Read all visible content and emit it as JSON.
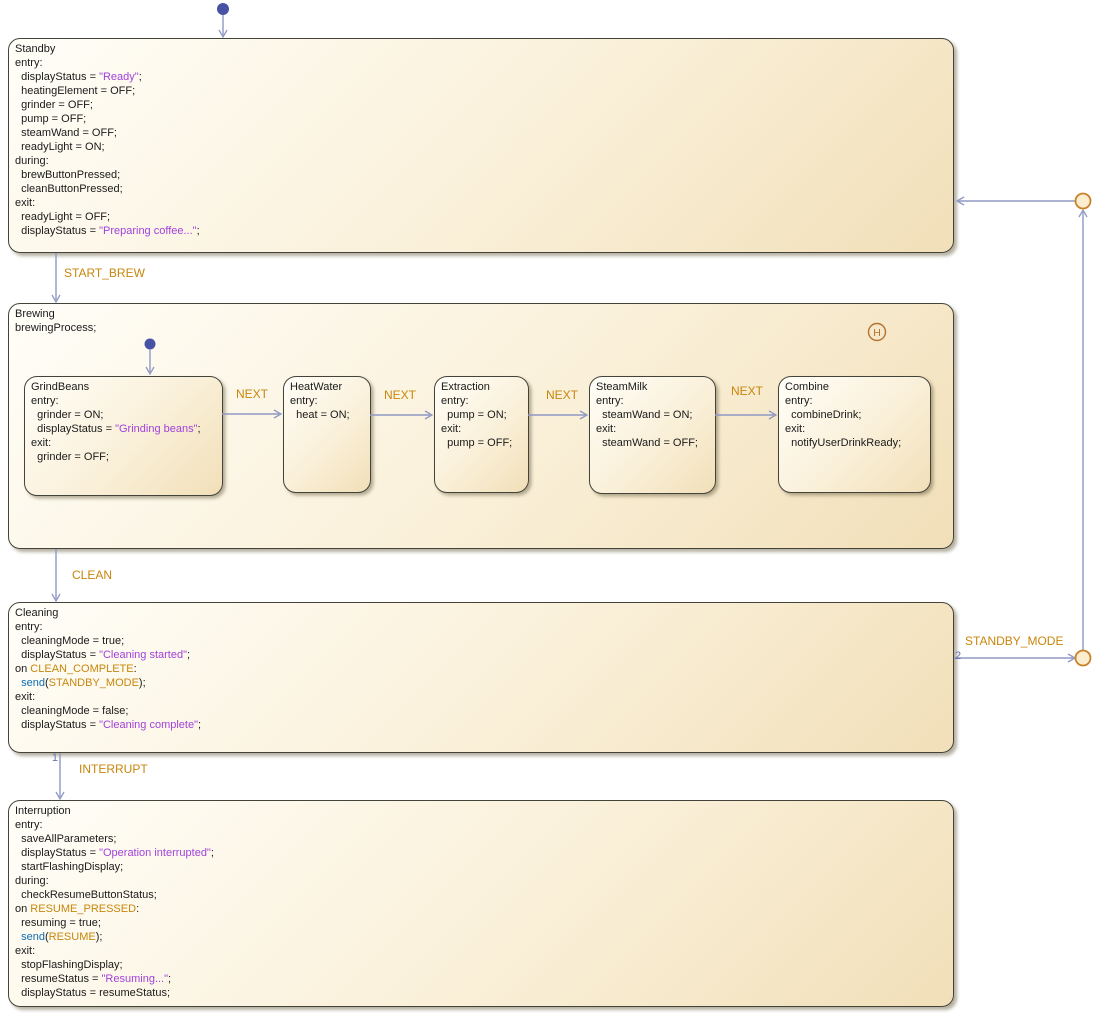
{
  "colors": {
    "state_border": "#43433a",
    "state_fill_top": "#fffef8",
    "state_fill_bottom": "#f1dfb8",
    "transition_line": "#8f98c4",
    "event_color": "#c8860b",
    "string_literal": "#a241db",
    "keyword_color": "#0e6cb6",
    "initial_dot": "#4752a5",
    "junction_fill": "#fcedcf",
    "junction_stroke": "#c8822b",
    "history_stroke": "#b5722a",
    "code_text": "#1a1a1a",
    "order_number": "#6674ad"
  },
  "states": {
    "standby": {
      "title": "Standby",
      "lines": [
        [
          {
            "t": "Standby"
          }
        ],
        [
          {
            "t": "entry:"
          }
        ],
        [
          {
            "t": "  displayStatus = "
          },
          {
            "t": "\"Ready\"",
            "s": "str"
          },
          {
            "t": ";"
          }
        ],
        [
          {
            "t": "  heatingElement = OFF;"
          }
        ],
        [
          {
            "t": "  grinder = OFF;"
          }
        ],
        [
          {
            "t": "  pump = OFF;"
          }
        ],
        [
          {
            "t": "  steamWand = OFF;"
          }
        ],
        [
          {
            "t": "  readyLight = ON;"
          }
        ],
        [
          {
            "t": "during:"
          }
        ],
        [
          {
            "t": "  brewButtonPressed;"
          }
        ],
        [
          {
            "t": "  cleanButtonPressed;"
          }
        ],
        [
          {
            "t": "exit:"
          }
        ],
        [
          {
            "t": "  readyLight = OFF;"
          }
        ],
        [
          {
            "t": "  displayStatus = "
          },
          {
            "t": "\"Preparing coffee...\"",
            "s": "str"
          },
          {
            "t": ";"
          }
        ]
      ]
    },
    "brewing": {
      "title": "Brewing",
      "history_label": "H",
      "lines": [
        [
          {
            "t": "Brewing"
          }
        ],
        [
          {
            "t": "brewingProcess;"
          }
        ]
      ],
      "substates": {
        "grind_beans": {
          "title": "GrindBeans",
          "lines": [
            [
              {
                "t": "GrindBeans"
              }
            ],
            [
              {
                "t": "entry:"
              }
            ],
            [
              {
                "t": "  grinder = ON;"
              }
            ],
            [
              {
                "t": "  displayStatus = "
              },
              {
                "t": "\"Grinding beans\"",
                "s": "str"
              },
              {
                "t": ";"
              }
            ],
            [
              {
                "t": "exit:"
              }
            ],
            [
              {
                "t": "  grinder = OFF;"
              }
            ]
          ]
        },
        "heat_water": {
          "title": "HeatWater",
          "lines": [
            [
              {
                "t": "HeatWater"
              }
            ],
            [
              {
                "t": "entry:"
              }
            ],
            [
              {
                "t": "  heat = ON;"
              }
            ]
          ]
        },
        "extraction": {
          "title": "Extraction",
          "lines": [
            [
              {
                "t": "Extraction"
              }
            ],
            [
              {
                "t": "entry:"
              }
            ],
            [
              {
                "t": "  pump = ON;"
              }
            ],
            [
              {
                "t": "exit:"
              }
            ],
            [
              {
                "t": "  pump = OFF;"
              }
            ]
          ]
        },
        "steam_milk": {
          "title": "SteamMilk",
          "lines": [
            [
              {
                "t": "SteamMilk"
              }
            ],
            [
              {
                "t": "entry:"
              }
            ],
            [
              {
                "t": "  steamWand = ON;"
              }
            ],
            [
              {
                "t": "exit:"
              }
            ],
            [
              {
                "t": "  steamWand = OFF;"
              }
            ]
          ]
        },
        "combine": {
          "title": "Combine",
          "lines": [
            [
              {
                "t": "Combine"
              }
            ],
            [
              {
                "t": "entry:"
              }
            ],
            [
              {
                "t": "  combineDrink;"
              }
            ],
            [
              {
                "t": "exit:"
              }
            ],
            [
              {
                "t": "  notifyUserDrinkReady;"
              }
            ]
          ]
        }
      }
    },
    "cleaning": {
      "title": "Cleaning",
      "lines": [
        [
          {
            "t": "Cleaning"
          }
        ],
        [
          {
            "t": "entry:"
          }
        ],
        [
          {
            "t": "  cleaningMode = true;"
          }
        ],
        [
          {
            "t": "  displayStatus = "
          },
          {
            "t": "\"Cleaning started\"",
            "s": "str"
          },
          {
            "t": ";"
          }
        ],
        [
          {
            "t": "on "
          },
          {
            "t": "CLEAN_COMPLETE",
            "s": "evt"
          },
          {
            "t": ":"
          }
        ],
        [
          {
            "t": "  "
          },
          {
            "t": "send",
            "s": "kw"
          },
          {
            "t": "("
          },
          {
            "t": "STANDBY_MODE",
            "s": "evt"
          },
          {
            "t": ");"
          }
        ],
        [
          {
            "t": "exit:"
          }
        ],
        [
          {
            "t": "  cleaningMode = false;"
          }
        ],
        [
          {
            "t": "  displayStatus = "
          },
          {
            "t": "\"Cleaning complete\"",
            "s": "str"
          },
          {
            "t": ";"
          }
        ]
      ]
    },
    "interruption": {
      "title": "Interruption",
      "lines": [
        [
          {
            "t": "Interruption"
          }
        ],
        [
          {
            "t": "entry:"
          }
        ],
        [
          {
            "t": "  saveAllParameters;"
          }
        ],
        [
          {
            "t": "  displayStatus = "
          },
          {
            "t": "\"Operation interrupted\"",
            "s": "str"
          },
          {
            "t": ";"
          }
        ],
        [
          {
            "t": "  startFlashingDisplay;"
          }
        ],
        [
          {
            "t": "during:"
          }
        ],
        [
          {
            "t": "  checkResumeButtonStatus;"
          }
        ],
        [
          {
            "t": "on "
          },
          {
            "t": "RESUME_PRESSED",
            "s": "evt"
          },
          {
            "t": ":"
          }
        ],
        [
          {
            "t": "  resuming = true;"
          }
        ],
        [
          {
            "t": "  "
          },
          {
            "t": "send",
            "s": "kw"
          },
          {
            "t": "("
          },
          {
            "t": "RESUME",
            "s": "evt"
          },
          {
            "t": ");"
          }
        ],
        [
          {
            "t": "exit:"
          }
        ],
        [
          {
            "t": "  stopFlashingDisplay;"
          }
        ],
        [
          {
            "t": "  resumeStatus = "
          },
          {
            "t": "\"Resuming...\"",
            "s": "str"
          },
          {
            "t": ";"
          }
        ],
        [
          {
            "t": "  displayStatus = resumeStatus;"
          }
        ]
      ]
    }
  },
  "transitions": {
    "start_brew": {
      "label": "START_BREW"
    },
    "clean": {
      "label": "CLEAN"
    },
    "interrupt": {
      "label": "INTERRUPT",
      "order": "1"
    },
    "standby_mode": {
      "label": "STANDBY_MODE",
      "order": "2"
    },
    "next_1": {
      "label": "NEXT"
    },
    "next_2": {
      "label": "NEXT"
    },
    "next_3": {
      "label": "NEXT"
    },
    "next_4": {
      "label": "NEXT"
    }
  }
}
